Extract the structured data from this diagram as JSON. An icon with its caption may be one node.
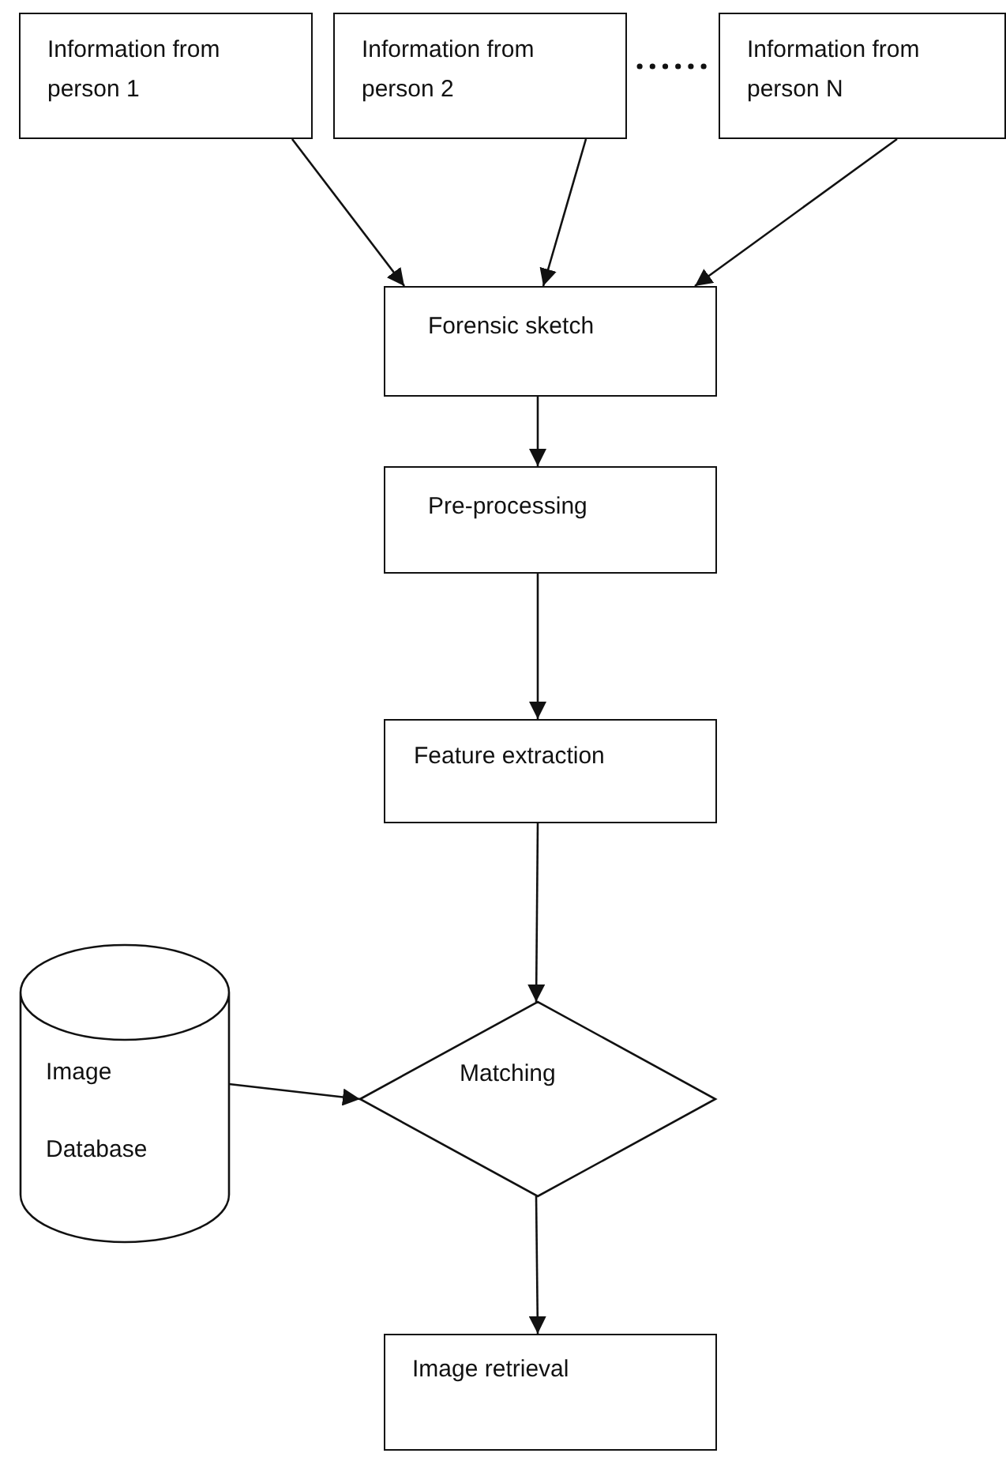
{
  "diagram": {
    "nodes": [
      {
        "text": [
          "Information from person 1"
        ]
      },
      {
        "text": [
          "Information from person 2"
        ]
      },
      {
        "text": [
          "Information from person N"
        ]
      },
      {
        "text": [
          "Forensic sketch"
        ]
      },
      {
        "text": [
          "Pre-processing"
        ]
      },
      {
        "text": [
          "Feature extraction"
        ]
      },
      {
        "text": [
          "Image Database"
        ]
      },
      {
        "text": [
          "Matching"
        ]
      },
      {
        "text": [
          "Image retrieval"
        ]
      }
    ],
    "edges": [
      {
        "from": 1,
        "to": 2,
        "arrow": "none",
        "style": "dashed"
      },
      {
        "from": 0,
        "to": 3,
        "arrow": "to"
      },
      {
        "from": 1,
        "to": 3,
        "arrow": "to"
      },
      {
        "from": 2,
        "to": 3,
        "arrow": "to"
      },
      {
        "from": 3,
        "to": 4,
        "arrow": "to"
      },
      {
        "from": 4,
        "to": 5,
        "arrow": "to"
      },
      {
        "from": 5,
        "to": 7,
        "arrow": "to"
      },
      {
        "from": 6,
        "to": 7,
        "arrow": "to"
      },
      {
        "from": 7,
        "to": 8,
        "arrow": "to"
      }
    ]
  }
}
